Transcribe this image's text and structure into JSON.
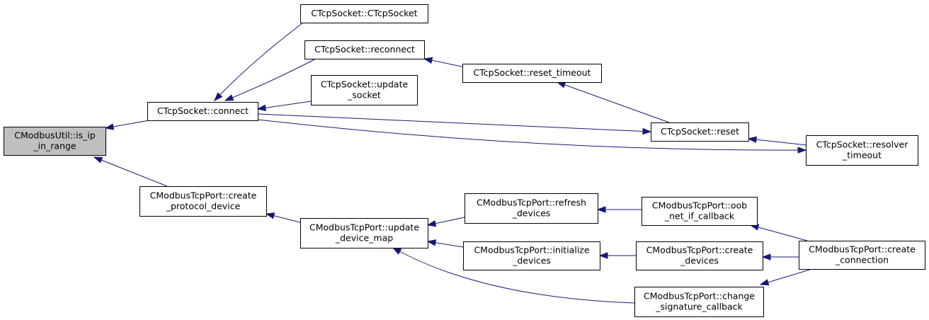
{
  "diagram": {
    "type": "call-graph",
    "colors": {
      "edge": "#191970",
      "root_fill": "#bfbfbf",
      "node_fill": "#ffffff",
      "border": "#000000"
    },
    "nodes": [
      {
        "id": "n0",
        "lines": [
          "CModbusUtil::is_ip",
          "_in_range"
        ],
        "root": true
      },
      {
        "id": "n1",
        "lines": [
          "CTcpSocket::connect"
        ]
      },
      {
        "id": "n2",
        "lines": [
          "CTcpSocket::CTcpSocket"
        ]
      },
      {
        "id": "n3",
        "lines": [
          "CTcpSocket::reconnect"
        ]
      },
      {
        "id": "n4",
        "lines": [
          "CTcpSocket::reset_timeout"
        ]
      },
      {
        "id": "n5",
        "lines": [
          "CTcpSocket::reset"
        ]
      },
      {
        "id": "n6",
        "lines": [
          "CTcpSocket::resolver",
          "_timeout"
        ]
      },
      {
        "id": "n7",
        "lines": [
          "CTcpSocket::update",
          "_socket"
        ]
      },
      {
        "id": "n8",
        "lines": [
          "CModbusTcpPort::create",
          "_protocol_device"
        ]
      },
      {
        "id": "n9",
        "lines": [
          "CModbusTcpPort::update",
          "_device_map"
        ]
      },
      {
        "id": "n10",
        "lines": [
          "CModbusTcpPort::refresh",
          "_devices"
        ]
      },
      {
        "id": "n11",
        "lines": [
          "CModbusTcpPort::oob",
          "_net_if_callback"
        ]
      },
      {
        "id": "n12",
        "lines": [
          "CModbusTcpPort::create",
          "_connection"
        ]
      },
      {
        "id": "n13",
        "lines": [
          "CModbusTcpPort::initialize",
          "_devices"
        ]
      },
      {
        "id": "n14",
        "lines": [
          "CModbusTcpPort::create",
          "_devices"
        ]
      },
      {
        "id": "n15",
        "lines": [
          "CModbusTcpPort::change",
          "_signature_callback"
        ]
      }
    ],
    "edges": [
      {
        "from": "n1",
        "to": "n0"
      },
      {
        "from": "n8",
        "to": "n0"
      },
      {
        "from": "n2",
        "to": "n1"
      },
      {
        "from": "n3",
        "to": "n1"
      },
      {
        "from": "n7",
        "to": "n1"
      },
      {
        "from": "n4",
        "to": "n3"
      },
      {
        "from": "n5",
        "to": "n4"
      },
      {
        "from": "n1",
        "to": "n5"
      },
      {
        "from": "n6",
        "to": "n5"
      },
      {
        "from": "n1",
        "to": "n6"
      },
      {
        "from": "n9",
        "to": "n8"
      },
      {
        "from": "n10",
        "to": "n9"
      },
      {
        "from": "n13",
        "to": "n9"
      },
      {
        "from": "n15",
        "to": "n9"
      },
      {
        "from": "n11",
        "to": "n10"
      },
      {
        "from": "n12",
        "to": "n11"
      },
      {
        "from": "n14",
        "to": "n13"
      },
      {
        "from": "n12",
        "to": "n14"
      },
      {
        "from": "n12",
        "to": "n15"
      }
    ]
  }
}
